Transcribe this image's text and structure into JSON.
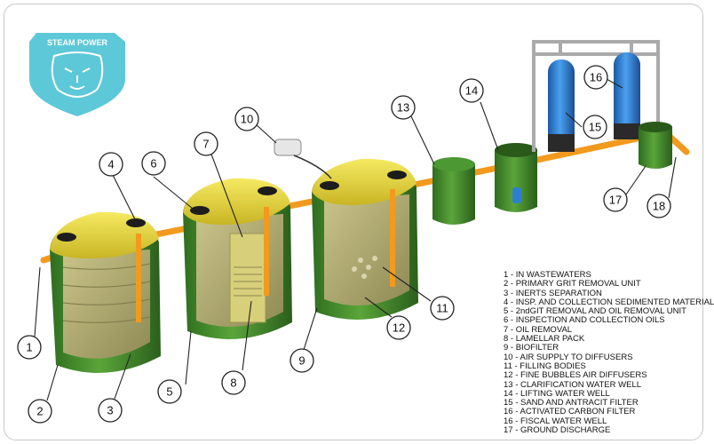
{
  "logo": {
    "text": "STEAM POWER",
    "color": "#5dc8d8"
  },
  "colors": {
    "tank_green": "#3f8a2c",
    "lid_yellow": "#e8d83a",
    "pipe_orange": "#f29a1e",
    "filter_blue": "#2f7fd0"
  },
  "callouts": [
    "1",
    "2",
    "3",
    "4",
    "5",
    "6",
    "7",
    "8",
    "9",
    "10",
    "11",
    "12",
    "13",
    "14",
    "15",
    "16",
    "17",
    "18"
  ],
  "legend": [
    "1 - IN WASTEWATERS",
    "2 - PRIMARY GRIT REMOVAL UNIT",
    "3 - INERTS SEPARATION",
    "4 - INSP. AND COLLECTION SEDIMENTED MATERIAL",
    "5 - 2ndGIT REMOVAL AND OIL REMOVAL UNIT",
    "6 - INSPECTION AND COLLECTION OILS",
    "7 - OIL REMOVAL",
    "8 - LAMELLAR PACK",
    "9 - BIOFILTER",
    "10 - AIR SUPPLY TO DIFFUSERS",
    "11 - FILLING BODIES",
    "12 - FINE BUBBLES AIR DIFFUSERS",
    "13 - CLARIFICATION WATER WELL",
    "14 - LIFTING WATER WELL",
    "15 - SAND AND ANTRACIT FILTER",
    "16 - ACTIVATED CARBON FILTER",
    "16 - FISCAL WATER WELL",
    "17 - GROUND DISCHARGE"
  ]
}
